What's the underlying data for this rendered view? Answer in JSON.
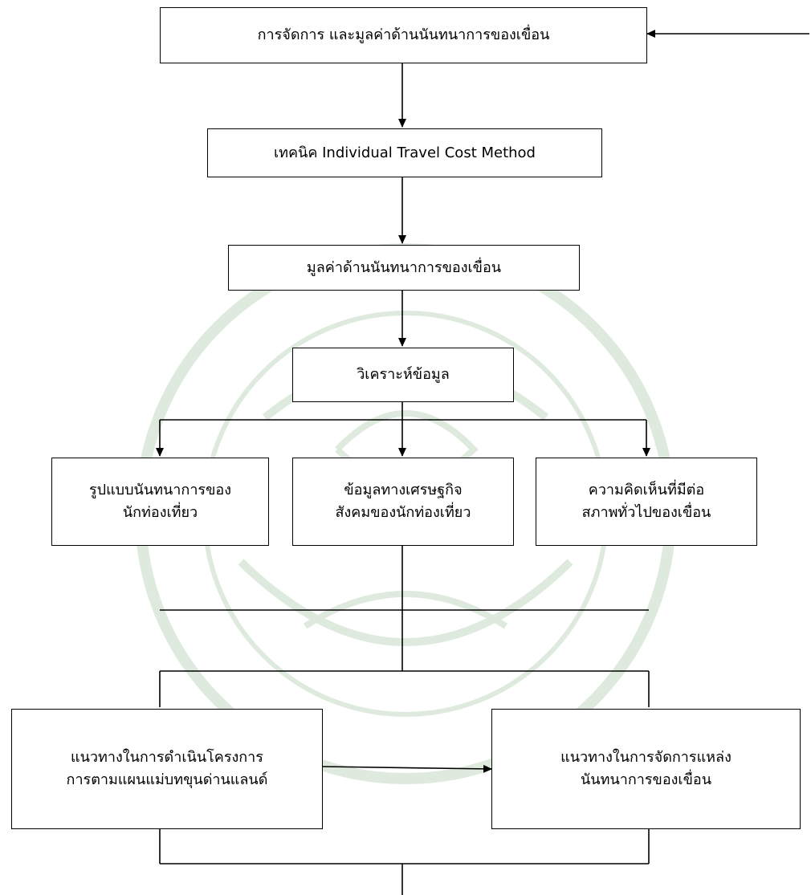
{
  "watermark": {
    "color": "#dfeadf"
  },
  "nodes": {
    "top": {
      "label": "การจัดการ และมูลค่าด้านนันทนาการของเขื่อน"
    },
    "method": {
      "label": "เทคนิค Individual Travel Cost Method"
    },
    "value": {
      "label": "มูลค่าด้านนันทนาการของเขื่อน"
    },
    "analysis": {
      "label": "วิเคราะห์ข้อมูล"
    },
    "pattern": {
      "label": "รูปแบบนันทนาการของ\nนักท่องเที่ยว"
    },
    "socio": {
      "label": "ข้อมูลทางเศรษฐกิจ\nสังคมของนักท่องเที่ยว"
    },
    "opinion": {
      "label": "ความคิดเห็นที่มีต่อ\nสภาพทั่วไปของเขื่อน"
    },
    "project": {
      "label": "แนวทางในการดำเนินโครงการ\nการตามแผนแม่บทขุนด่านแลนด์"
    },
    "manage": {
      "label": "แนวทางในการจัดการแหล่ง\nนันทนาการของเขื่อน"
    }
  }
}
